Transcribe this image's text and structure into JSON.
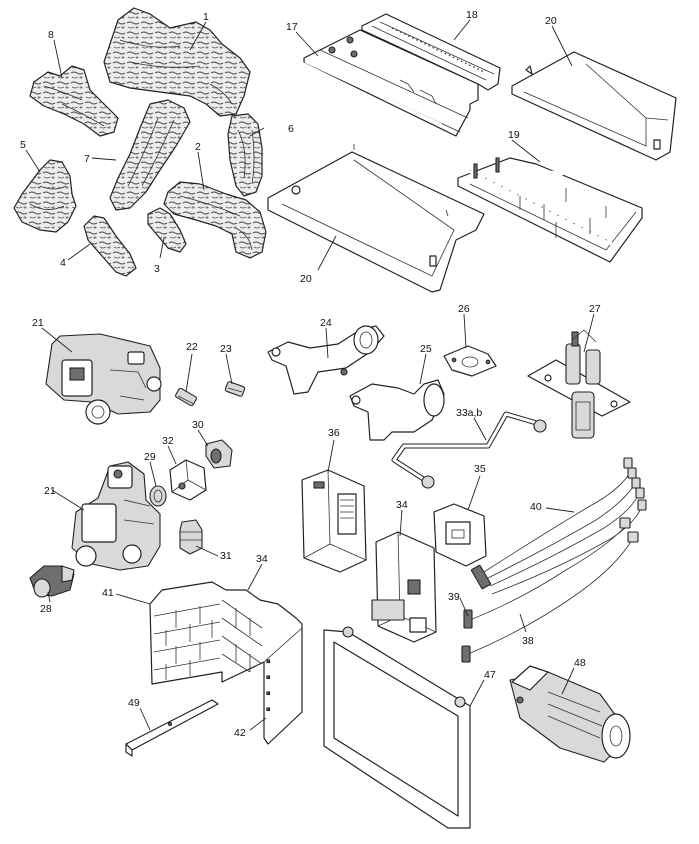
{
  "diagram": {
    "part_numbers": {
      "p1": "1",
      "p2": "2",
      "p3": "3",
      "p4": "4",
      "p5": "5",
      "p6": "6",
      "p7": "7",
      "p8": "8",
      "p17": "17",
      "p18": "18",
      "p19": "19",
      "p20a": "20",
      "p20b": "20",
      "p21a": "21",
      "p21b": "21",
      "p22": "22",
      "p23": "23",
      "p24": "24",
      "p25": "25",
      "p26": "26",
      "p27": "27",
      "p28": "28",
      "p29": "29",
      "p30": "30",
      "p31": "31",
      "p32": "32",
      "p33": "33a,b",
      "p34a": "34",
      "p34b": "34",
      "p35": "35",
      "p36": "36",
      "p38": "38",
      "p39": "39",
      "p40": "40",
      "p41": "41",
      "p42": "42",
      "p47": "47",
      "p48": "48",
      "p49": "49"
    }
  }
}
